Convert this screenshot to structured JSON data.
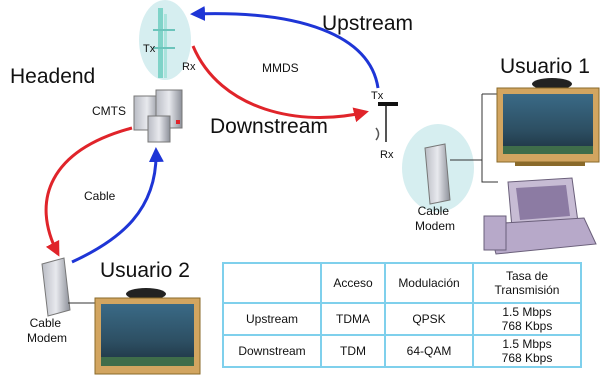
{
  "labels": {
    "headend": "Headend",
    "cmts": "CMTS",
    "tx_tower": "Tx",
    "rx_tower": "Rx",
    "mmds": "MMDS",
    "upstream": "Upstream",
    "downstream": "Downstream",
    "cable": "Cable",
    "tx_antenna": "Tx",
    "rx_antenna": "Rx",
    "usuario1": "Usuario 1",
    "usuario2": "Usuario 2",
    "cable_modem_1": "Cable\nModem",
    "cable_modem_2": "Cable\nModem"
  },
  "colors": {
    "upstream_arrow": "#1e35d6",
    "downstream_arrow": "#e0242a",
    "table_border": "#7fd0ec"
  },
  "table": {
    "headers": [
      "",
      "Acceso",
      "Modulación",
      "Tasa de\nTransmisión"
    ],
    "rows": [
      [
        "Upstream",
        "TDMA",
        "QPSK",
        "1.5 Mbps\n768 Kbps"
      ],
      [
        "Downstream",
        "TDM",
        "64-QAM",
        "1.5 Mbps\n768 Kbps"
      ]
    ]
  }
}
